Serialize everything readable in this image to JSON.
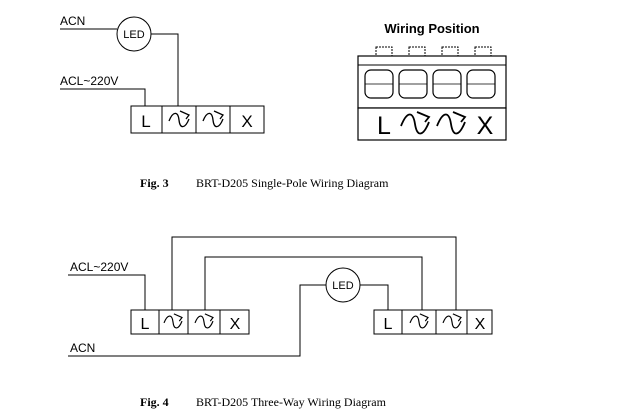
{
  "fig3": {
    "acn_label": "ACN",
    "led_label": "LED",
    "acl_label": "ACL~220V",
    "terminals": [
      "L",
      "",
      "",
      "X"
    ],
    "caption_num": "Fig. 3",
    "caption_text": "BRT-D205 Single-Pole Wiring Diagram"
  },
  "wiring_position": {
    "title": "Wiring Position",
    "terminals": [
      "L",
      "",
      "",
      "X"
    ]
  },
  "fig4": {
    "acl_label": "ACL~220V",
    "acn_label": "ACN",
    "led_label": "LED",
    "left_terminals": [
      "L",
      "",
      "",
      "X"
    ],
    "right_terminals": [
      "L",
      "",
      "",
      "X"
    ],
    "caption_num": "Fig. 4",
    "caption_text": "BRT-D205 Three-Way Wiring Diagram"
  }
}
